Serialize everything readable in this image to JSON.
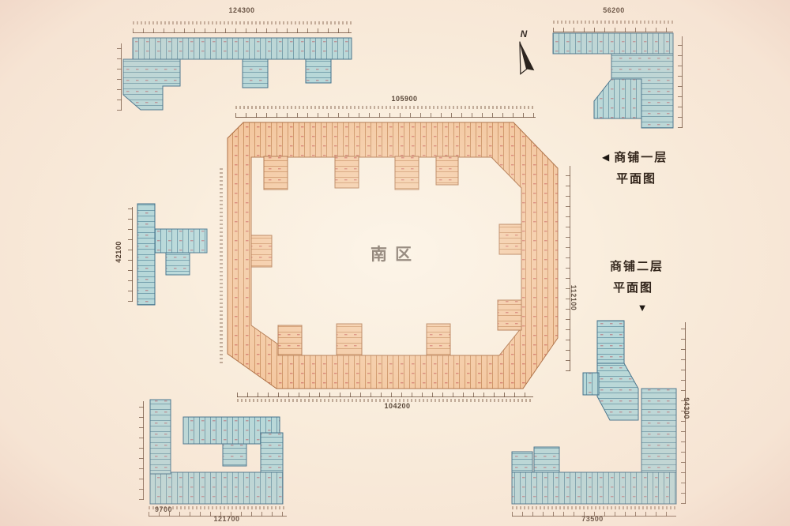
{
  "scene": {
    "region_label": "南区",
    "compass_label": "N"
  },
  "legends": {
    "level1": {
      "arrow": "◀",
      "title": "商铺一层",
      "subtitle": "平面图"
    },
    "level2": {
      "title": "商铺二层",
      "subtitle": "平面图",
      "arrow": "▼"
    }
  },
  "dimensions": {
    "top_left_total": "124300",
    "top_right_total": "56200",
    "center_top_total": "105900",
    "center_bottom_total": "104200",
    "center_right_total": "112100",
    "west_total": "42100",
    "bottom_left_sub": "9700",
    "bottom_left_total": "121700",
    "bottom_right_total": "73500",
    "bottom_right_side_total": "94300"
  },
  "colors": {
    "floor1_fill": "#f3c59c",
    "floor2_fill": "#b7d8d9",
    "floor1_outline": "#aa6a3e",
    "floor2_outline": "#41708a",
    "unit_label": "#b84a55",
    "dim_text": "#4e3b2c",
    "background": "#f9ecdb"
  }
}
